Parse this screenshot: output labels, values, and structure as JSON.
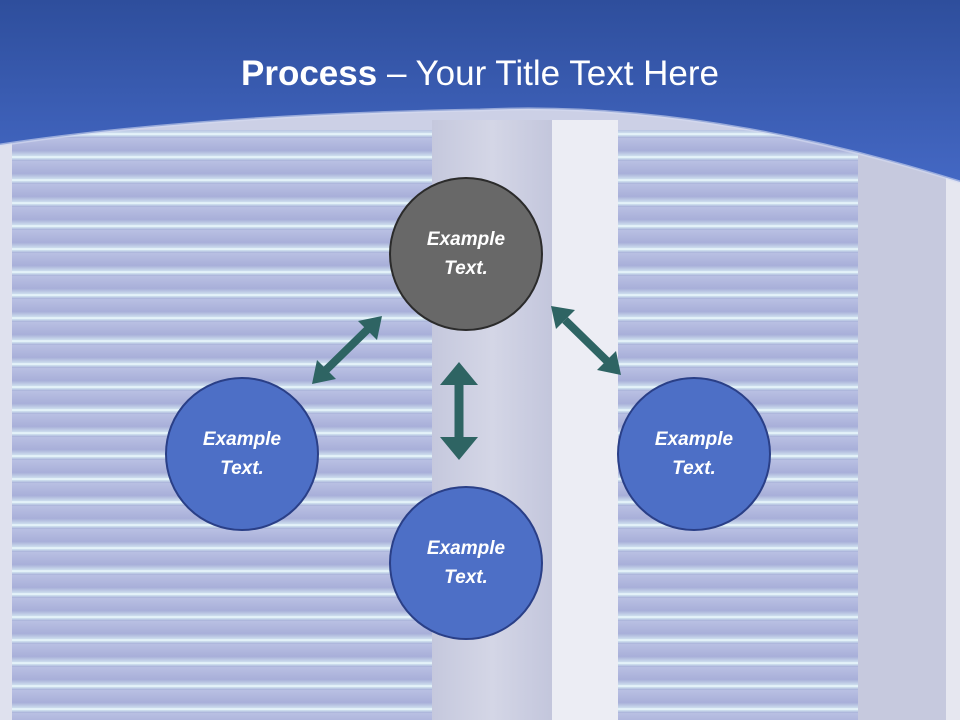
{
  "title": {
    "bold": "Process",
    "rest": " – Your Title Text Here"
  },
  "diagram": {
    "nodes": [
      {
        "id": "top",
        "text": "Example Text."
      },
      {
        "id": "left",
        "text": "Example Text."
      },
      {
        "id": "bottom",
        "text": "Example Text."
      },
      {
        "id": "right",
        "text": "Example Text."
      }
    ],
    "colors": {
      "header": "#3a5db8",
      "node_dark": "#686868",
      "node_blue": "#4d6fc6",
      "arrow": "#2e6463"
    }
  }
}
